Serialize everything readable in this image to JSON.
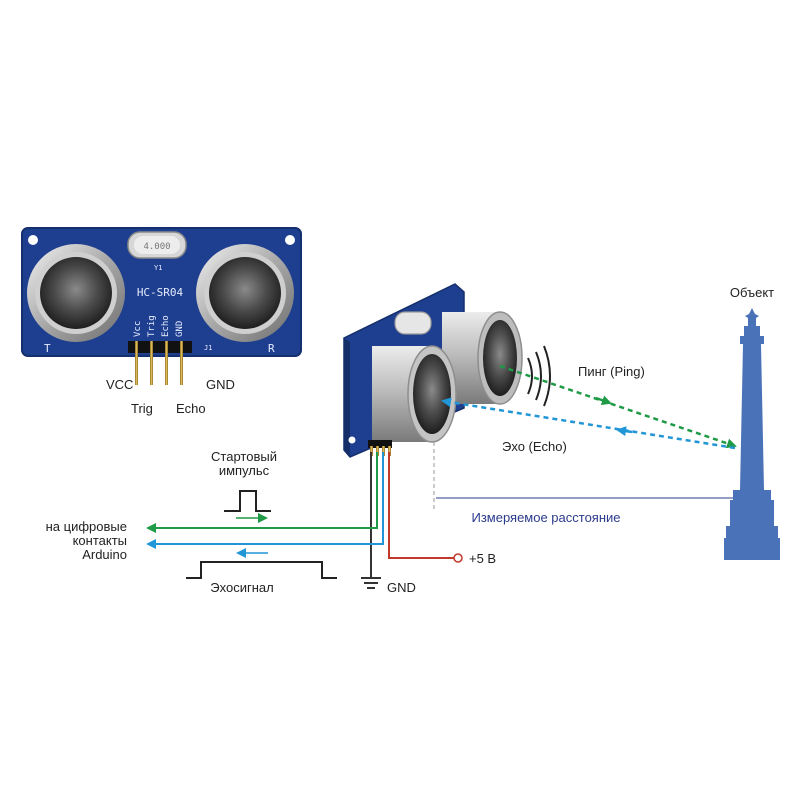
{
  "module": {
    "model": "HC-SR04",
    "crystal": "4.000",
    "crystal_ref": "Y1",
    "connector_ref": "J1",
    "transmitter_mark": "T",
    "receiver_mark": "R",
    "silk_pins": [
      "Vcc",
      "Trig",
      "Echo",
      "GND"
    ]
  },
  "pin_labels": {
    "vcc": "VCC",
    "trig": "Trig",
    "echo": "Echo",
    "gnd": "GND"
  },
  "signals": {
    "start_pulse_line1": "Стартовый",
    "start_pulse_line2": "импульс",
    "echo_signal": "Эхосигнал",
    "arduino_line1": "на цифровые",
    "arduino_line2": "контакты",
    "arduino_line3": "Arduino",
    "power": "+5 В",
    "ground": "GND"
  },
  "waves": {
    "ping": "Пинг (Ping)",
    "echo": "Эхо (Echo)",
    "distance": "Измеряемое расстояние"
  },
  "object_label": "Объект",
  "colors": {
    "pcb": "#1e3f8f",
    "ping": "#1f9a46",
    "echo": "#2196d6",
    "power": "#c0392b",
    "distance": "#2b3a8c",
    "column": "#4a72b8"
  }
}
